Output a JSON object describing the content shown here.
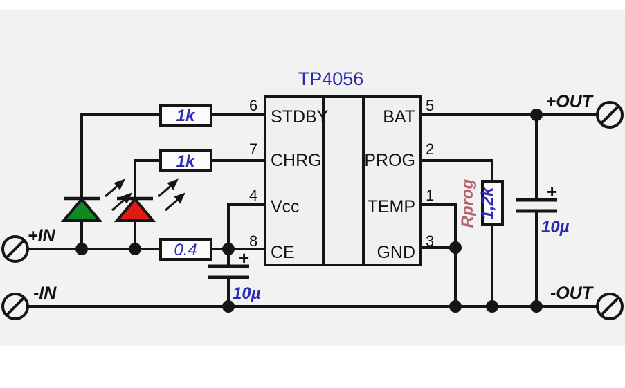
{
  "diagram": {
    "title": "TP4056",
    "background_color": "#f2f2f2",
    "wire_color": "#151515",
    "value_color": "#2b2bb5",
    "rprog_label_color": "#b5636b"
  },
  "ic": {
    "part_number": "TP4056",
    "left_pins": [
      {
        "number": "6",
        "name": "STDBY"
      },
      {
        "number": "7",
        "name": "CHRG"
      },
      {
        "number": "4",
        "name": "Vcc"
      },
      {
        "number": "8",
        "name": "CE"
      }
    ],
    "right_pins": [
      {
        "number": "5",
        "name": "BAT"
      },
      {
        "number": "2",
        "name": "PROG"
      },
      {
        "number": "1",
        "name": "TEMP"
      },
      {
        "number": "3",
        "name": "GND"
      }
    ]
  },
  "components": {
    "r_stdby": {
      "name": "resistor-stdby",
      "value": "1k"
    },
    "r_chrg": {
      "name": "resistor-chrg",
      "value": "1k"
    },
    "r_series": {
      "name": "resistor-series",
      "value": "0.4"
    },
    "r_prog": {
      "name": "resistor-rprog",
      "designator": "Rprog",
      "value": "1,2k"
    },
    "c_in": {
      "name": "capacitor-input",
      "value": "10µ",
      "polarity": "+"
    },
    "c_out": {
      "name": "capacitor-output",
      "value": "10µ",
      "polarity": "+"
    },
    "led_green": {
      "name": "led-standby-green",
      "color": "#0f8a22"
    },
    "led_red": {
      "name": "led-charging-red",
      "color": "#e01b14"
    }
  },
  "terminals": {
    "plus_in": "+IN",
    "minus_in": "-IN",
    "plus_out": "+OUT",
    "minus_out": "-OUT"
  }
}
